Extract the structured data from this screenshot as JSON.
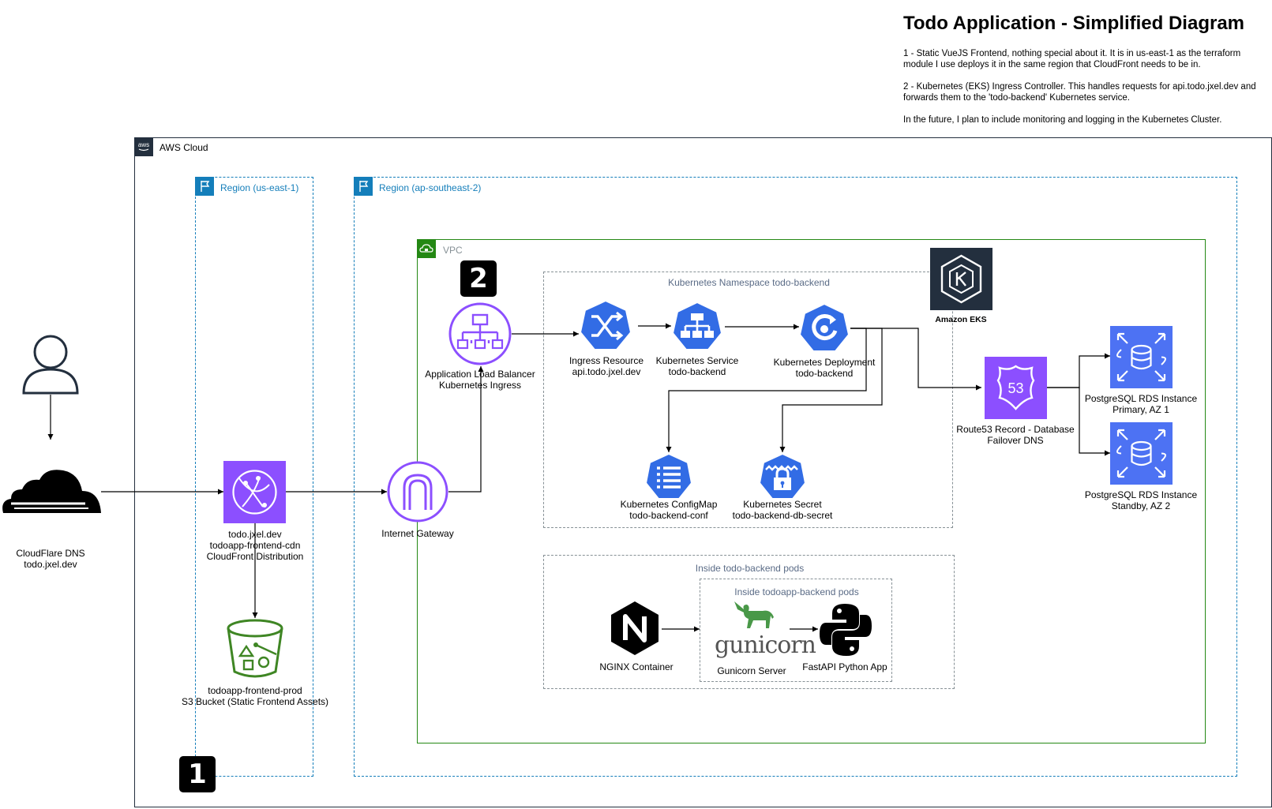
{
  "title": "Todo Application - Simplified Diagram",
  "notes": [
    "1 - Static VueJS Frontend, nothing special about it. It is in us-east-1 as the terraform module I use deploys it in the same region that CloudFront needs to be in.",
    "2 - Kubernetes (EKS) Ingress Controller. This handles requests for api.todo.jxel.dev and forwards them to the 'todo-backend' Kubernetes service.",
    "In the future, I plan to include monitoring and logging in the Kubernetes Cluster."
  ],
  "groups": {
    "aws_cloud": "AWS Cloud",
    "region_us": "Region (us-east-1)",
    "region_ap": "Region (ap-southeast-2)",
    "vpc": "VPC",
    "namespace": "Kubernetes Namespace todo-backend",
    "pods": "Inside todo-backend pods",
    "app_pods": "Inside todoapp-backend pods"
  },
  "badges": {
    "one": "1",
    "two": "2"
  },
  "nodes": {
    "user": {
      "icon": "user-icon"
    },
    "cloudflare": {
      "line1": "CloudFlare DNS",
      "line2": "todo.jxel.dev",
      "icon": "cloudflare-icon"
    },
    "cloudfront": {
      "line1": "todo.jxel.dev",
      "line2": "todoapp-frontend-cdn",
      "line3": "CloudFront Distribution",
      "icon": "cloudfront-icon"
    },
    "s3": {
      "line1": "todoapp-frontend-prod",
      "line2": "S3 Bucket (Static Frontend Assets)",
      "icon": "s3-bucket-icon"
    },
    "igw": {
      "line1": "Internet Gateway",
      "icon": "internet-gateway-icon"
    },
    "alb": {
      "line1": "Application Load Balancer",
      "line2": "Kubernetes Ingress",
      "icon": "load-balancer-icon"
    },
    "ingress": {
      "line1": "Ingress Resource",
      "line2": "api.todo.jxel.dev",
      "icon": "ingress-icon"
    },
    "service": {
      "line1": "Kubernetes Service",
      "line2": "todo-backend",
      "icon": "k8s-service-icon"
    },
    "deployment": {
      "line1": "Kubernetes Deployment",
      "line2": "todo-backend",
      "icon": "k8s-deployment-icon"
    },
    "configmap": {
      "line1": "Kubernetes ConfigMap",
      "line2": "todo-backend-conf",
      "icon": "k8s-configmap-icon"
    },
    "secret": {
      "line1": "Kubernetes Secret",
      "line2": "todo-backend-db-secret",
      "icon": "k8s-secret-icon"
    },
    "eks": {
      "line1": "Amazon EKS",
      "icon": "eks-icon"
    },
    "route53": {
      "line1": "Route53 Record - Database",
      "line2": "Failover DNS",
      "icon": "route53-icon"
    },
    "rds_primary": {
      "line1": "PostgreSQL RDS Instance",
      "line2": "Primary, AZ 1",
      "icon": "rds-icon"
    },
    "rds_standby": {
      "line1": "PostgreSQL RDS Instance",
      "line2": "Standby, AZ 2",
      "icon": "rds-icon"
    },
    "nginx": {
      "line1": "NGINX Container",
      "icon": "nginx-icon"
    },
    "gunicorn": {
      "line1": "Gunicorn Server",
      "logo": "gunicorn",
      "icon": "gunicorn-unicorn-icon"
    },
    "python": {
      "line1": "FastAPI Python App",
      "icon": "python-icon"
    }
  },
  "colors": {
    "region": "#147eba",
    "vpc": "#248814",
    "purple": "#8c4fff",
    "k8s_blue": "#326ce5",
    "s3_green": "#3f8624",
    "rds_blue": "#4d72f3",
    "eks_dark": "#232f3e",
    "namespace_border": "#879196",
    "gunicorn_green": "#499848"
  }
}
